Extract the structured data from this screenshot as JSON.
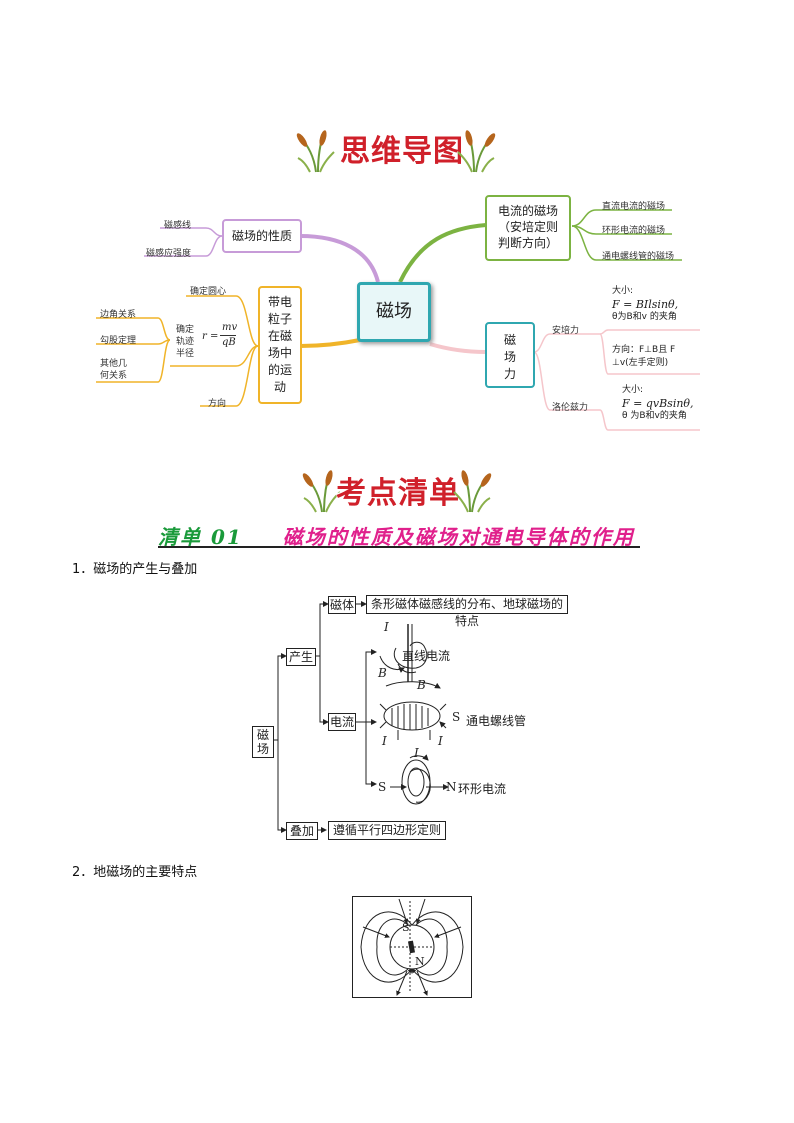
{
  "mindmap": {
    "banner_title": "思维导图",
    "center": "磁场",
    "nature": {
      "title": "磁场的性质",
      "leaves": [
        "磁感线",
        "磁感应强度"
      ]
    },
    "current_field": {
      "title_line1": "电流的磁场",
      "title_line2": "（安培定则",
      "title_line3": "判断方向）",
      "leaves": [
        "直流电流的磁场",
        "环形电流的磁场",
        "通电螺线管的磁场"
      ]
    },
    "charged_particle": {
      "title_lines": [
        "带电",
        "粒子",
        "在磁",
        "场中",
        "的运",
        "动"
      ],
      "leaf_center": "确定圆心",
      "leaf_radius_lines": [
        "确定",
        "轨迹",
        "半径"
      ],
      "formula_lhs": "r =",
      "formula_num": "mv",
      "formula_den": "qB",
      "leaf_direction": "方向",
      "sub_leaves": [
        "边角关系",
        "勾股定理",
        "其他几",
        "何关系"
      ]
    },
    "force": {
      "title_lines": [
        "磁",
        "场",
        "力"
      ],
      "ampere": "安培力",
      "lorentz": "洛伦兹力",
      "ampere_size_label": "大小:",
      "ampere_size_formula": "F = BIlsinθ,",
      "ampere_size_note": "θ为B和v 的夹角",
      "ampere_dir_line1": "方向：F⊥B且  F",
      "ampere_dir_line2": "⊥v(左手定则)",
      "lorentz_size_label": "大小:",
      "lorentz_size_formula": "F = qvBsinθ,",
      "lorentz_size_note": "θ 为B和v的夹角"
    }
  },
  "checklist": {
    "banner_title": "考点清单",
    "heading_prefix": "清单",
    "heading_num": "01",
    "heading_text": "磁场的性质及磁场对通电导体的作用"
  },
  "section1": {
    "title": "1．磁场的产生与叠加",
    "root": "磁场",
    "produce": "产生",
    "magnet": "磁体",
    "magnet_desc": "条形磁体磁感线的分布、地球磁场的特点",
    "current": "电流",
    "straight": "直线电流",
    "solenoid": "通电螺线管",
    "loop": "环形电流",
    "superpose": "叠加",
    "superpose_desc": "遵循平行四边形定则",
    "label_I": "I",
    "label_B": "B",
    "label_S": "S",
    "label_N": "N"
  },
  "section2": {
    "title": "2．地磁场的主要特点",
    "label_S": "S",
    "label_N": "N"
  }
}
